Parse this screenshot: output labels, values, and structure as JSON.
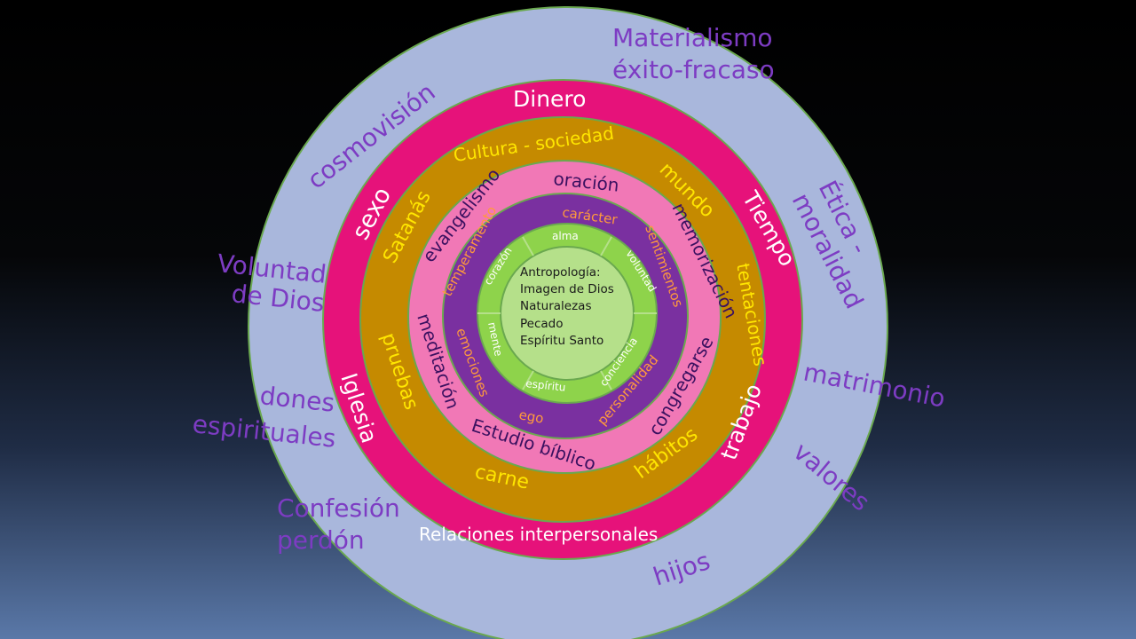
{
  "colors": {
    "outer_ring": "#a9b7dc",
    "dinero_ring": "#e6127a",
    "cultura_ring": "#c58a00",
    "oracion_ring": "#f178b6",
    "caracter_ring": "#7a30a0",
    "alma_ring": "#8ed34b",
    "core": "#b5e08a",
    "ring_border": "#6aa84f",
    "outer_text": "#7d3cc3",
    "dinero_text": "#ffffff",
    "cultura_text": "#ffe600",
    "oracion_text": "#3a1060",
    "caracter_text": "#ff9a3c",
    "alma_text": "#ffffff"
  },
  "outside": {
    "materialismo_line1": "Materialismo",
    "materialismo_line2": "éxito-fracaso",
    "voluntad_line1": "Voluntad",
    "voluntad_line2": "de Dios",
    "dones_line1": "dones",
    "dones_line2": "espirituales",
    "confesion_line1": "Confesión",
    "confesion_line2": "perdón",
    "matrimonio": "matrimonio",
    "valores": "valores",
    "hijos": "hijos",
    "cosmovision": "cosmovisión",
    "etica_line1": "Ética -",
    "etica_line2": "moralidad"
  },
  "ring_dinero": {
    "dinero": "Dinero",
    "sexo": "sexo",
    "tiempo": "Tiempo",
    "iglesia": "Iglesia",
    "trabajo": "trabajo",
    "relaciones": "Relaciones interpersonales"
  },
  "ring_cultura": {
    "cultura": "Cultura - sociedad",
    "mundo": "mundo",
    "satanas": "Satanás",
    "tentaciones": "tentaciones",
    "pruebas": "pruebas",
    "carne": "carne",
    "habitos": "hábitos"
  },
  "ring_oracion": {
    "oracion": "oración",
    "evangelismo": "evangelismo",
    "memorizacion": "memorización",
    "meditacion": "meditación",
    "congregarse": "congregarse",
    "estudio": "Estudio bíblico"
  },
  "ring_caracter": {
    "caracter": "carácter",
    "temperamento": "temperamento",
    "sentimientos": "sentimientos",
    "emociones": "emociones",
    "ego": "ego",
    "personalidad": "personalidad"
  },
  "ring_alma": {
    "alma": "alma",
    "corazon": "corazón",
    "voluntad": "voluntad",
    "mente": "mente",
    "espiritu": "espíritu",
    "conciencia": "conciencia"
  },
  "center": {
    "line1": "Antropología:",
    "line2": "Imagen de Dios",
    "line3": "Naturalezas",
    "line4": "Pecado",
    "line5": "Espíritu Santo"
  }
}
